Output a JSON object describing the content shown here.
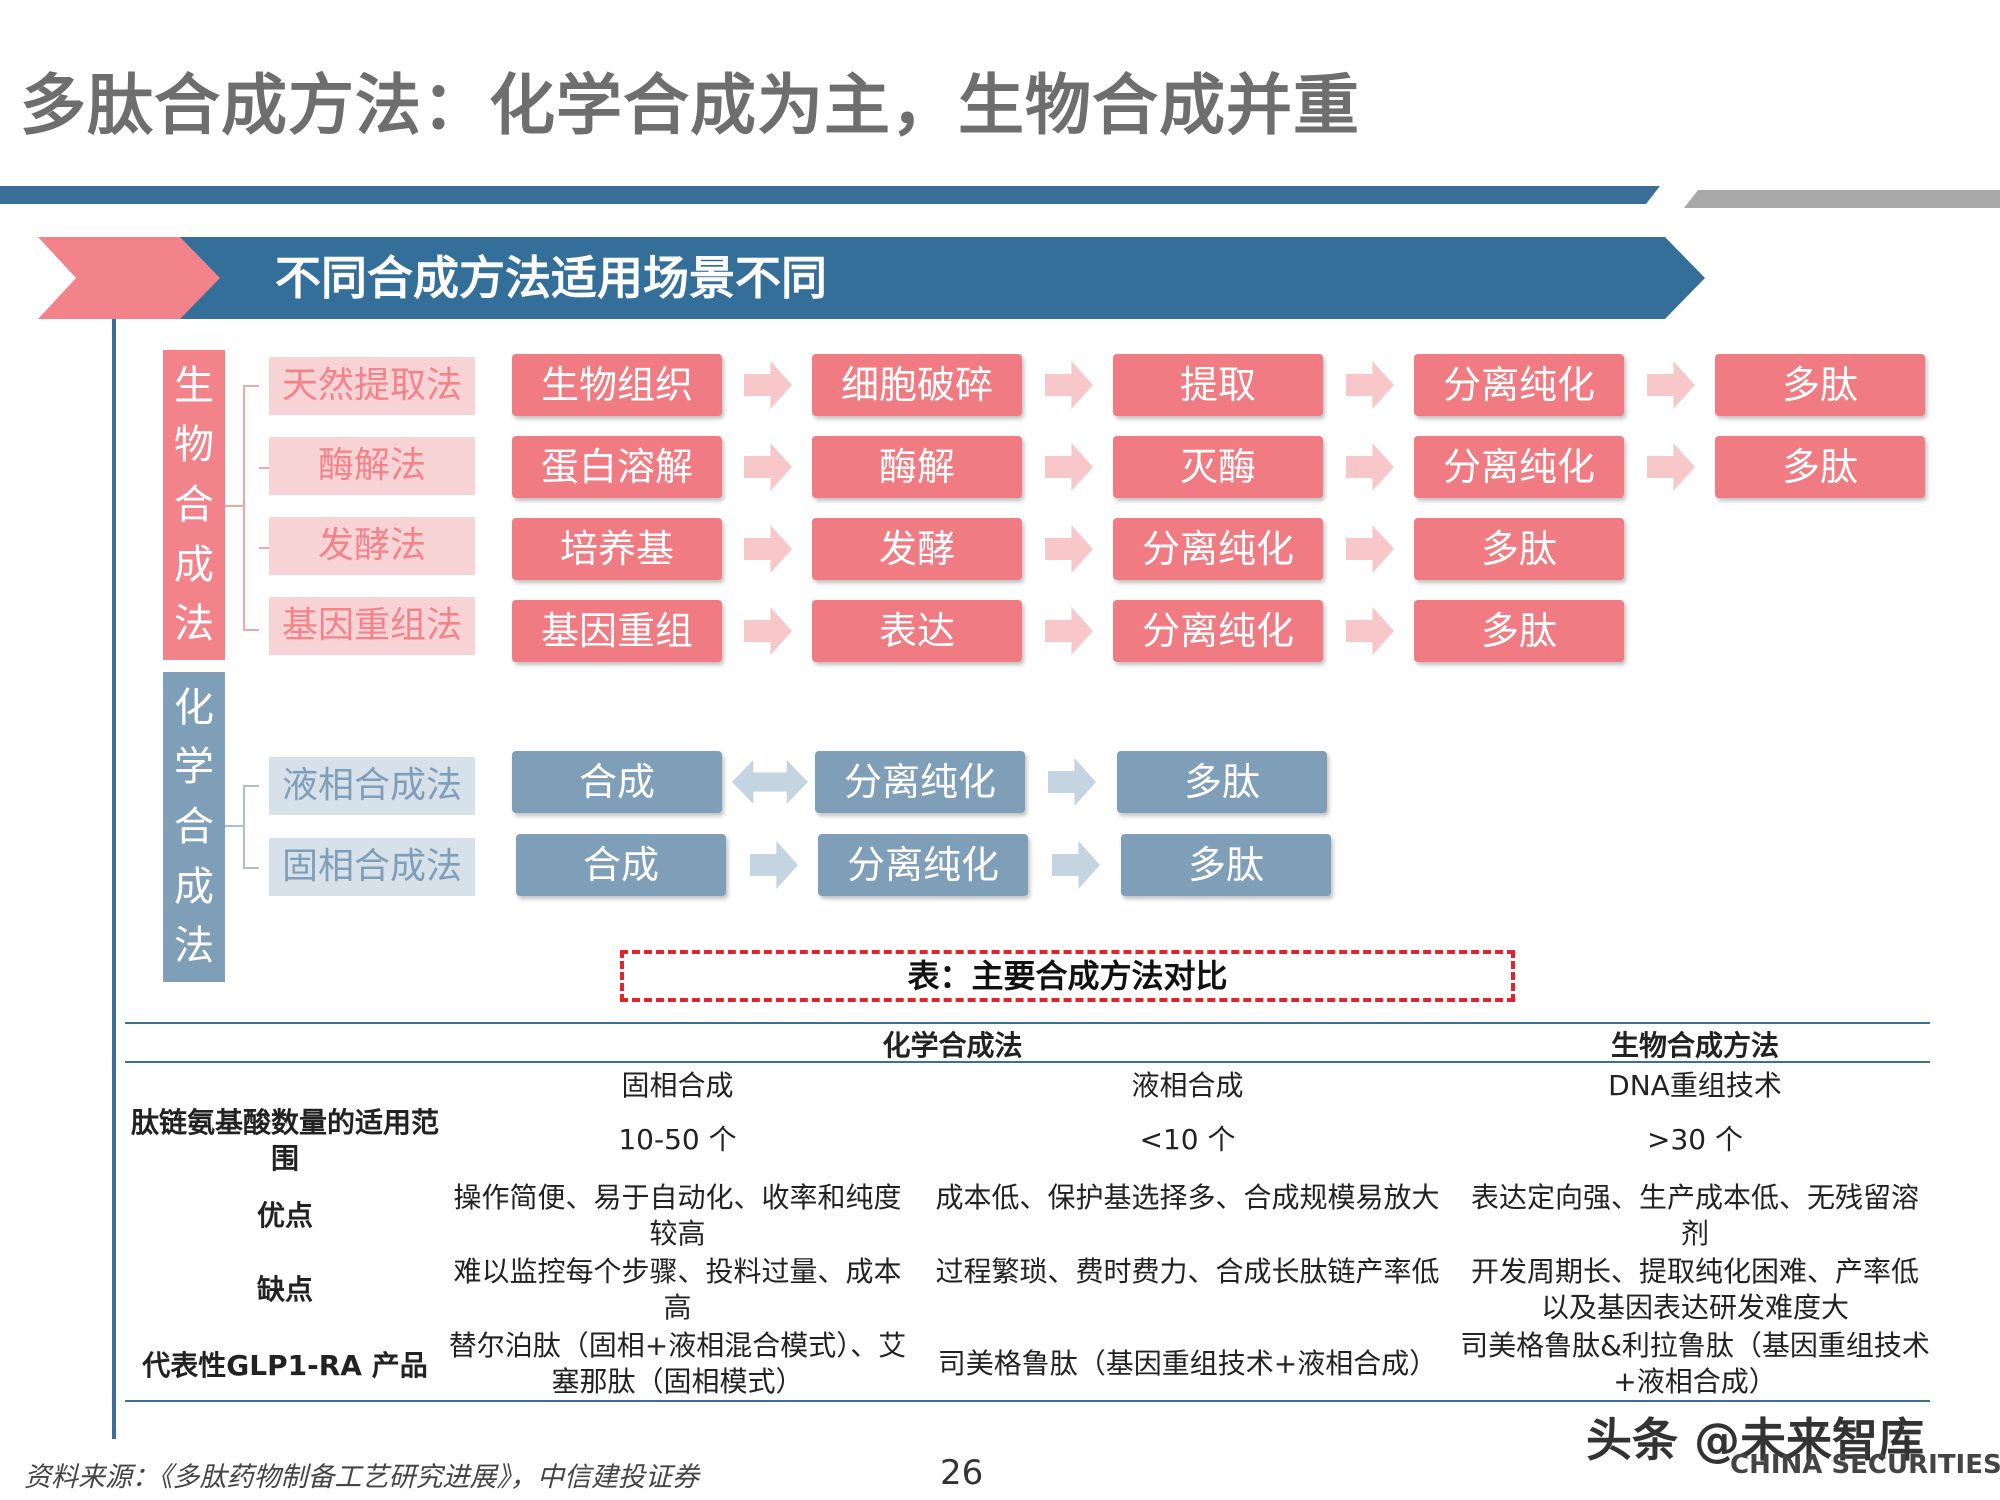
{
  "title": "多肽合成方法：化学合成为主，生物合成并重",
  "banner": "不同合成方法适用场景不同",
  "bio": {
    "category": [
      "生",
      "物",
      "合",
      "成",
      "法"
    ],
    "methods": [
      "天然提取法",
      "酶解法",
      "发酵法",
      "基因重组法"
    ],
    "rows": [
      [
        "生物组织",
        "细胞破碎",
        "提取",
        "分离纯化",
        "多肽"
      ],
      [
        "蛋白溶解",
        "酶解",
        "灭酶",
        "分离纯化",
        "多肽"
      ],
      [
        "培养基",
        "发酵",
        "分离纯化",
        "多肽"
      ],
      [
        "基因重组",
        "表达",
        "分离纯化",
        "多肽"
      ]
    ]
  },
  "chem": {
    "category": [
      "化",
      "学",
      "合",
      "成",
      "法"
    ],
    "methods": [
      "液相合成法",
      "固相合成法"
    ],
    "rows": [
      [
        "合成",
        "分离纯化",
        "多肽"
      ],
      [
        "合成",
        "分离纯化",
        "多肽"
      ]
    ]
  },
  "table": {
    "caption": "表：主要合成方法对比",
    "group_chem": "化学合成法",
    "group_bio": "生物合成方法",
    "sub": [
      "固相合成",
      "液相合成",
      "DNA重组技术"
    ],
    "rows": [
      {
        "head": "肽链氨基酸数量的适用范围",
        "cells": [
          "10-50 个",
          "<10 个",
          ">30 个"
        ]
      },
      {
        "head": "优点",
        "cells": [
          "操作简便、易于自动化、收率和纯度较高",
          "成本低、保护基选择多、合成规模易放大",
          "表达定向强、生产成本低、无残留溶剂"
        ]
      },
      {
        "head": "缺点",
        "cells": [
          "难以监控每个步骤、投料过量、成本高",
          "过程繁琐、费时费力、合成长肽链产率低",
          "开发周期长、提取纯化困难、产率低以及基因表达研发难度大"
        ]
      },
      {
        "head": "代表性GLP1-RA 产品",
        "cells": [
          "替尔泊肽（固相+液相混合模式）、艾塞那肽（固相模式）",
          "司美格鲁肽（基因重组技术+液相合成）",
          "司美格鲁肽&利拉鲁肽（基因重组技术+液相合成）"
        ]
      }
    ]
  },
  "footer": {
    "source": "资料来源：《多肽药物制备工艺研究进展》，中信建投证券",
    "page": "26",
    "logo": "头条 @未来智库",
    "logo_sub": "CHINA SECURITIES"
  },
  "colors": {
    "pink": "#f07b82",
    "blue_gray": "#7f9fb8",
    "navy": "#346f99"
  }
}
